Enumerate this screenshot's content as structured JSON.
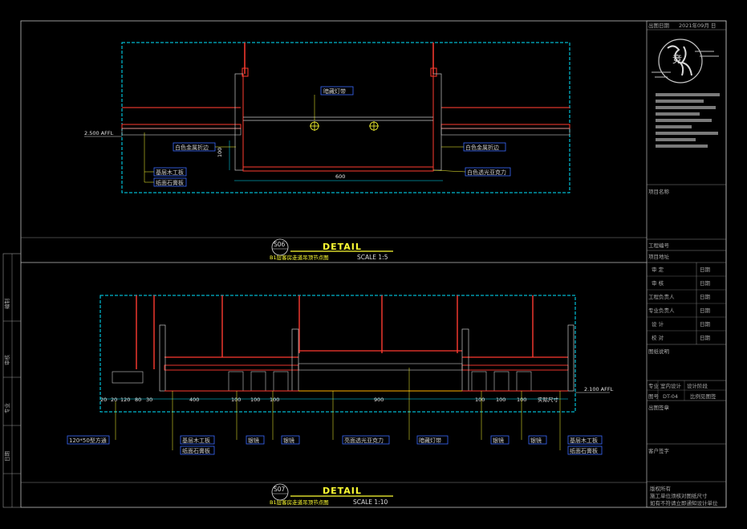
{
  "titleblock": {
    "date_label": "出图日期",
    "date_value": "2021年09月 日",
    "logo_text": "竞",
    "project_label": "项目名称",
    "drawing_no_label": "工程编号",
    "project_address_label": "项目地址",
    "roles": [
      {
        "role": "审 定",
        "sign": "日期"
      },
      {
        "role": "审 核",
        "sign": "日期"
      },
      {
        "role": "工程负责人",
        "sign": "日期"
      },
      {
        "role": "专业负责人",
        "sign": "日期"
      },
      {
        "role": "设 计",
        "sign": "日期"
      },
      {
        "role": "校 对",
        "sign": "日期"
      }
    ],
    "notes_label": "图纸说明",
    "spec_label": "专业",
    "spec_value": "室内设计",
    "stage_label": "设计阶段",
    "sheet_label": "图号",
    "sheet_value": "DT-04",
    "scale_label": "比例见图签",
    "stamp_label": "出图签章",
    "client_label": "客户签字",
    "copyright_1": "版权所有",
    "copyright_2": "施工单位须核对图纸尺寸",
    "copyright_3": "如有不符请立即通知设计单位"
  },
  "left_strip": [
    "编制",
    "审核",
    "专业",
    "日期"
  ],
  "detail_s06": {
    "number": "S06",
    "title": "DETAIL",
    "subtitle": "B1层客房走道吊顶节点图",
    "scale": "SCALE 1:5",
    "labels": {
      "hidden_light": "暗藏灯带",
      "white_metal_left": "白色金属折边",
      "white_metal_right": "白色金属折边",
      "base_wood": "基层木工板",
      "gypsum": "纸面石膏板",
      "acrylic": "白色透光亚克力",
      "level": "2.500 AFFL"
    },
    "dims": {
      "width": "600",
      "height": "100"
    }
  },
  "detail_s07": {
    "number": "S07",
    "title": "DETAIL",
    "subtitle": "B1层客房走道吊顶节点图",
    "scale": "SCALE 1:10",
    "labels": {
      "square_tube": "120*50型方通",
      "base_wood_l": "基层木工板",
      "gypsum_l": "纸面石膏板",
      "mirror_l": "银镜",
      "mirror_l2": "银镜",
      "acrylic": "亮面透光亚克力",
      "hidden_light": "暗藏灯带",
      "mirror_r": "银镜",
      "mirror_r2": "银镜",
      "base_wood_r": "基层木工板",
      "gypsum_r": "纸面石膏板",
      "site_dim": "实际尺寸",
      "level": "2.100 AFFL"
    },
    "dims": [
      "20",
      "20",
      "120",
      "80",
      "30",
      "400",
      "100",
      "100",
      "100",
      "900",
      "100",
      "100",
      "100"
    ]
  }
}
